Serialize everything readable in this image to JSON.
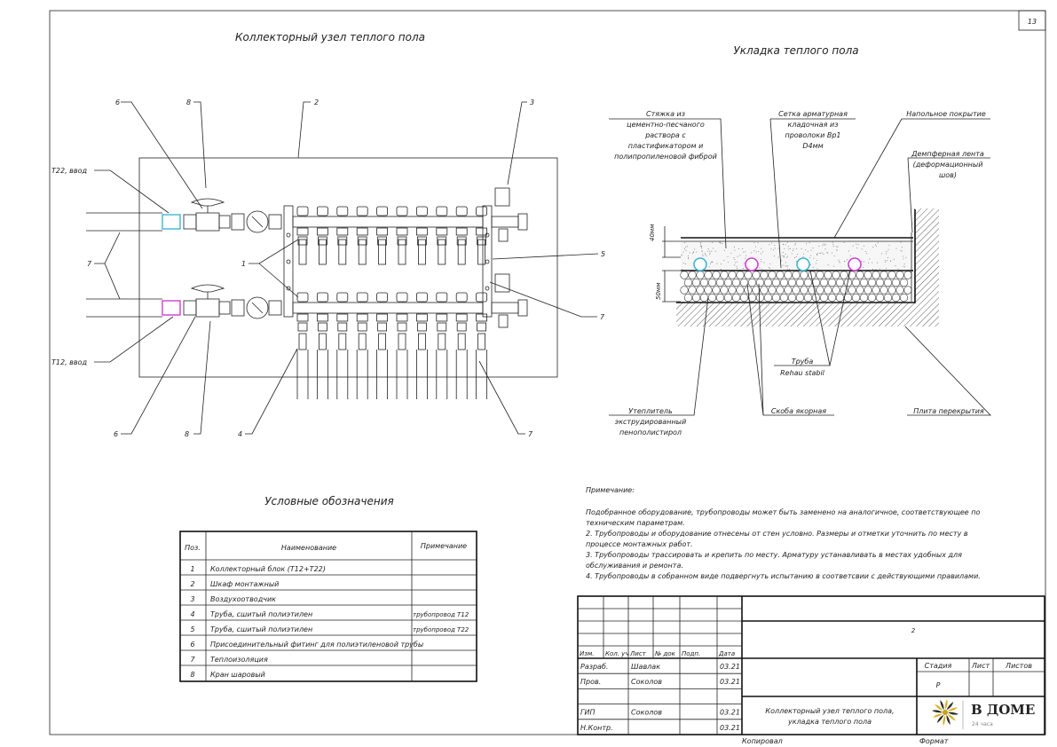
{
  "sheet_number": "13",
  "left_drawing": {
    "title": "Коллекторный узел теплого пола",
    "callouts": {
      "c6_top": "6",
      "c8_top": "8",
      "c2": "2",
      "c3": "3",
      "t22_input": "Т22, ввод",
      "c7_left": "7",
      "c1": "1",
      "c5": "5",
      "c7_right": "7",
      "t12_input": "Т12, ввод",
      "c6_bottom": "6",
      "c8_bottom": "8",
      "c4": "4",
      "c7_bottom": "7"
    },
    "colors": {
      "supply_fitting": "#3cb6d0",
      "return_fitting": "#d23cd2"
    }
  },
  "right_drawing": {
    "title": "Укладка теплого пола",
    "labels": {
      "screed": [
        "Стяжка из",
        "цементно-песчаного",
        "раствора с",
        "пластификатором и",
        "полипропиленовой фиброй"
      ],
      "mesh": [
        "Сетка арматурная",
        "кладочная из",
        "проволоки Вр1",
        "D4мм"
      ],
      "floor_covering": "Напольное покрытие",
      "damper_tape": [
        "Демпферная лента",
        "(деформационный",
        "шов)"
      ],
      "dim_40": "40мм",
      "dim_50": "50мм",
      "pipe": [
        "Труба",
        "Rehau stabil"
      ],
      "insulation": [
        "Утеплитель",
        "экструдированный",
        "пенополистирол"
      ],
      "anchor_clip": "Скоба якорная",
      "slab": "Плита перекрытия"
    }
  },
  "notes": {
    "heading": "Примечание:",
    "lines": [
      "Подобранное оборудование, трубопроводы может быть заменено на аналогичное, соответствующее по",
      "техническим параметрам.",
      "2.      Трубопроводы и оборудование отнесены от стен условно. Размеры и отметки уточнить по месту в",
      "процессе монтажных работ.",
      "3.      Трубопроводы трассировать и крепить по месту. Арматуру устанавливать в местах удобных для",
      "обслуживания и ремонта.",
      "4.      Трубопроводы в собранном виде подвергнуть испытанию в соответсвии с действующими правилами."
    ]
  },
  "legend": {
    "title": "Условные обозначения",
    "headers": [
      "Поз.",
      "Наименование",
      "Примечание"
    ],
    "rows": [
      [
        "1",
        "Коллекторный блок (Т12+Т22)",
        ""
      ],
      [
        "2",
        "Шкаф монтажный",
        ""
      ],
      [
        "3",
        "Воздухоотводчик",
        ""
      ],
      [
        "4",
        "Труба, сшитый полиэтилен",
        "трубопровод Т12"
      ],
      [
        "5",
        "Труба, сшитый полиэтилен",
        "трубопровод Т22"
      ],
      [
        "6",
        "Присоединительный фитинг для полиэтиленовой трубы",
        ""
      ],
      [
        "7",
        "Теплоизоляция",
        ""
      ],
      [
        "8",
        "Кран шаровый",
        ""
      ]
    ]
  },
  "title_block": {
    "code": "2",
    "rev_headers": [
      "Изм.",
      "Кол. уч",
      "Лист",
      "№ док",
      "Подп.",
      "Дата"
    ],
    "people": [
      [
        "Разраб.",
        "Шавлак",
        "03.21"
      ],
      [
        "Пров.",
        "Соколов",
        "03.21"
      ],
      [
        "",
        "",
        ""
      ],
      [
        "ГИП",
        "Соколов",
        "03.21"
      ],
      [
        "Н.Контр.",
        "",
        "03.21"
      ]
    ],
    "stage_headers": [
      "Стадия",
      "Лист",
      "Листов"
    ],
    "stage_value": "Р",
    "drawing_title": [
      "Коллекторный узел теплого пола,",
      "укладка теплого пола"
    ],
    "logo_name": "В ДОМЕ",
    "logo_sub": "24 часа",
    "copied_label": "Копировал",
    "format_label": "Формат"
  }
}
